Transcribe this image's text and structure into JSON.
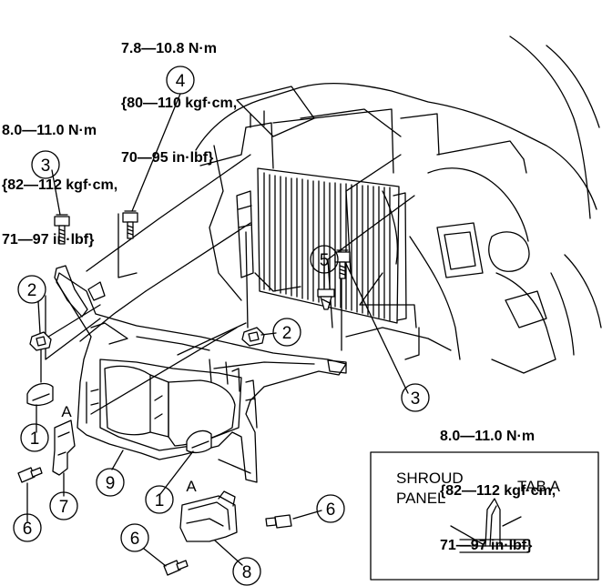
{
  "torque_specs": {
    "spec_4": [
      "7.8—10.8 N·m",
      "{80—110 kgf·cm,",
      "70—95 in·lbf}"
    ],
    "spec_3_left": [
      "8.0—11.0 N·m",
      "{82—112 kgf·cm,",
      "71—97 in·lbf}"
    ],
    "spec_3_right": [
      "8.0—11.0 N·m",
      "{82—112 kgf·cm,",
      "71—97 in·lbf}"
    ]
  },
  "callouts": {
    "c4": "4",
    "c3_left": "3",
    "c2_left": "2",
    "c2_center": "2",
    "c5": "5",
    "c3_right": "3",
    "c1_left": "1",
    "c1_center": "1",
    "c7": "7",
    "c9": "9",
    "c6_left": "6",
    "c6_bottom": "6",
    "c6_right": "6",
    "c8": "8"
  },
  "tab_labels": {
    "left": "A",
    "bottom": "A"
  },
  "inset": {
    "line1": "SHROUD",
    "line2": "PANEL",
    "tab": "TAB A"
  }
}
